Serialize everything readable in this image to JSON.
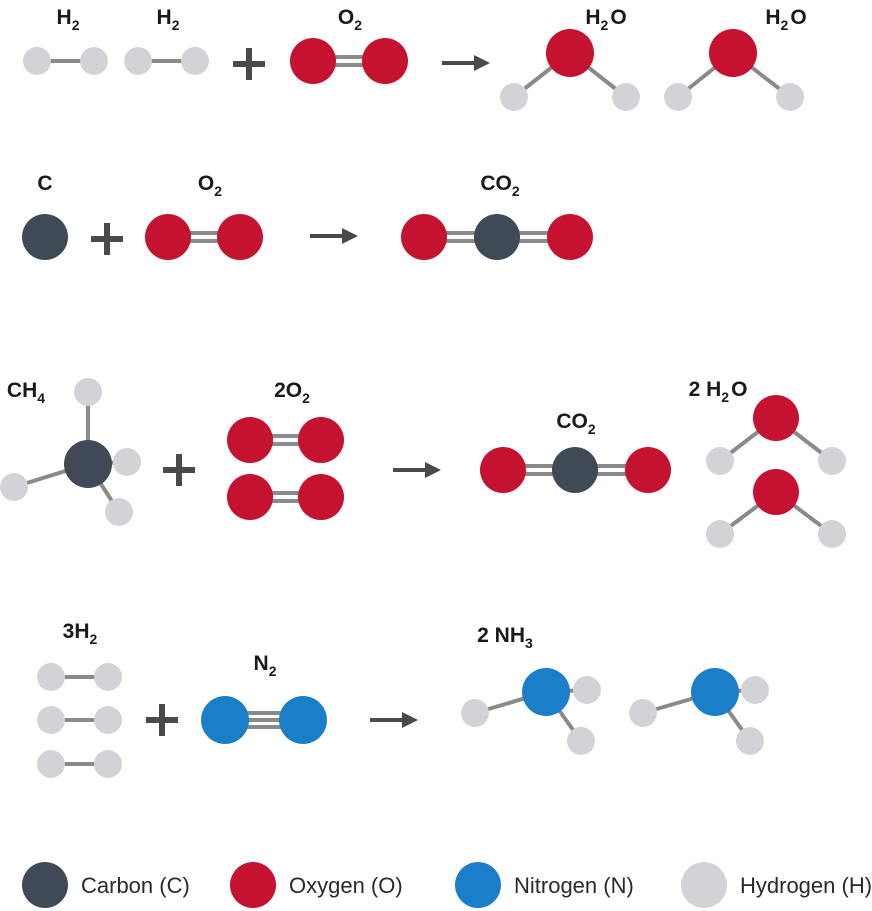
{
  "colors": {
    "carbon": "#3f4a56",
    "oxygen": "#c41230",
    "nitrogen": "#1a7ec8",
    "hydrogen": "#d1d3d6",
    "bond": "#8a8a8a",
    "operator": "#4a4a4a"
  },
  "reactions": [
    {
      "reactants": [
        {
          "main": "H",
          "sub": "2",
          "after": ""
        },
        {
          "main": "H",
          "sub": "2",
          "after": ""
        },
        {
          "main": "O",
          "sub": "2",
          "after": ""
        }
      ],
      "products": [
        {
          "main": "H",
          "sub": "2",
          "after": "O"
        },
        {
          "main": "H",
          "sub": "2",
          "after": "O"
        }
      ]
    },
    {
      "reactants": [
        {
          "main": "C",
          "sub": "",
          "after": ""
        },
        {
          "main": "O",
          "sub": "2",
          "after": ""
        }
      ],
      "products": [
        {
          "main": "CO",
          "sub": "2",
          "after": ""
        }
      ]
    },
    {
      "reactants": [
        {
          "main": "CH",
          "sub": "4",
          "after": ""
        },
        {
          "main": "2O",
          "sub": "2",
          "after": ""
        }
      ],
      "products": [
        {
          "main": "CO",
          "sub": "2",
          "after": ""
        },
        {
          "main": "2 H",
          "sub": "2",
          "after": "O"
        }
      ]
    },
    {
      "reactants": [
        {
          "main": "3H",
          "sub": "2",
          "after": ""
        },
        {
          "main": "N",
          "sub": "2",
          "after": ""
        }
      ],
      "products": [
        {
          "main": "2 NH",
          "sub": "3",
          "after": ""
        }
      ]
    }
  ],
  "legend": [
    {
      "element": "carbon",
      "label": "Carbon (C)"
    },
    {
      "element": "oxygen",
      "label": "Oxygen (O)"
    },
    {
      "element": "nitrogen",
      "label": "Nitrogen (N)"
    },
    {
      "element": "hydrogen",
      "label": "Hydrogen (H)"
    }
  ]
}
